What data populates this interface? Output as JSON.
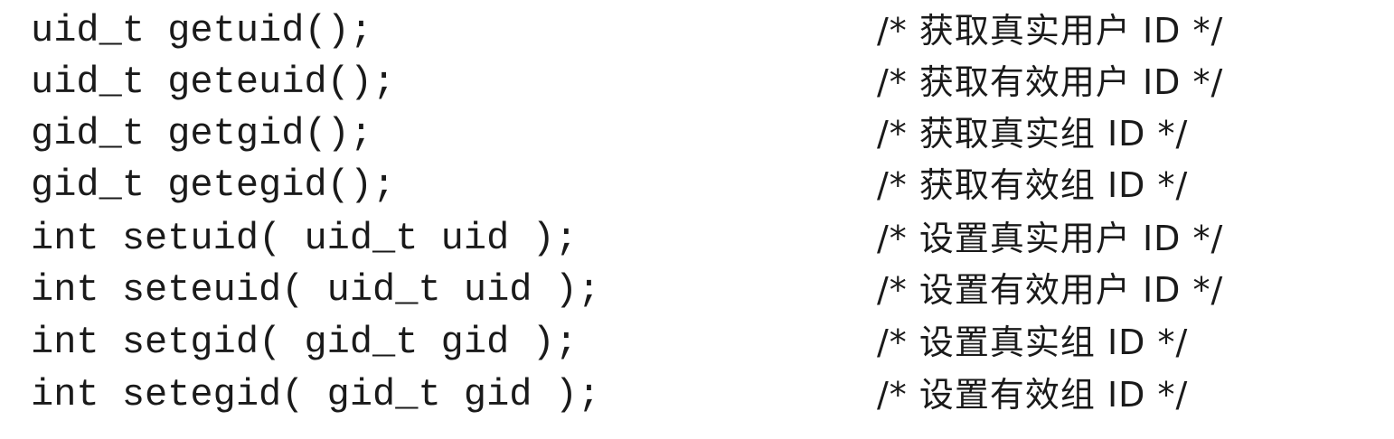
{
  "lines": [
    {
      "code": "uid_t getuid();",
      "comment": "/* 获取真实用户 ID */"
    },
    {
      "code": "uid_t geteuid();",
      "comment": "/* 获取有效用户 ID */"
    },
    {
      "code": "gid_t getgid();",
      "comment": "/* 获取真实组 ID */"
    },
    {
      "code": "gid_t getegid();",
      "comment": "/* 获取有效组 ID */"
    },
    {
      "code": "int setuid( uid_t uid );",
      "comment": "/* 设置真实用户 ID */"
    },
    {
      "code": "int seteuid( uid_t uid );",
      "comment": "/* 设置有效用户 ID */"
    },
    {
      "code": "int setgid( gid_t gid );",
      "comment": "/* 设置真实组 ID */"
    },
    {
      "code": "int setegid( gid_t gid );",
      "comment": "/* 设置有效组 ID */"
    }
  ]
}
